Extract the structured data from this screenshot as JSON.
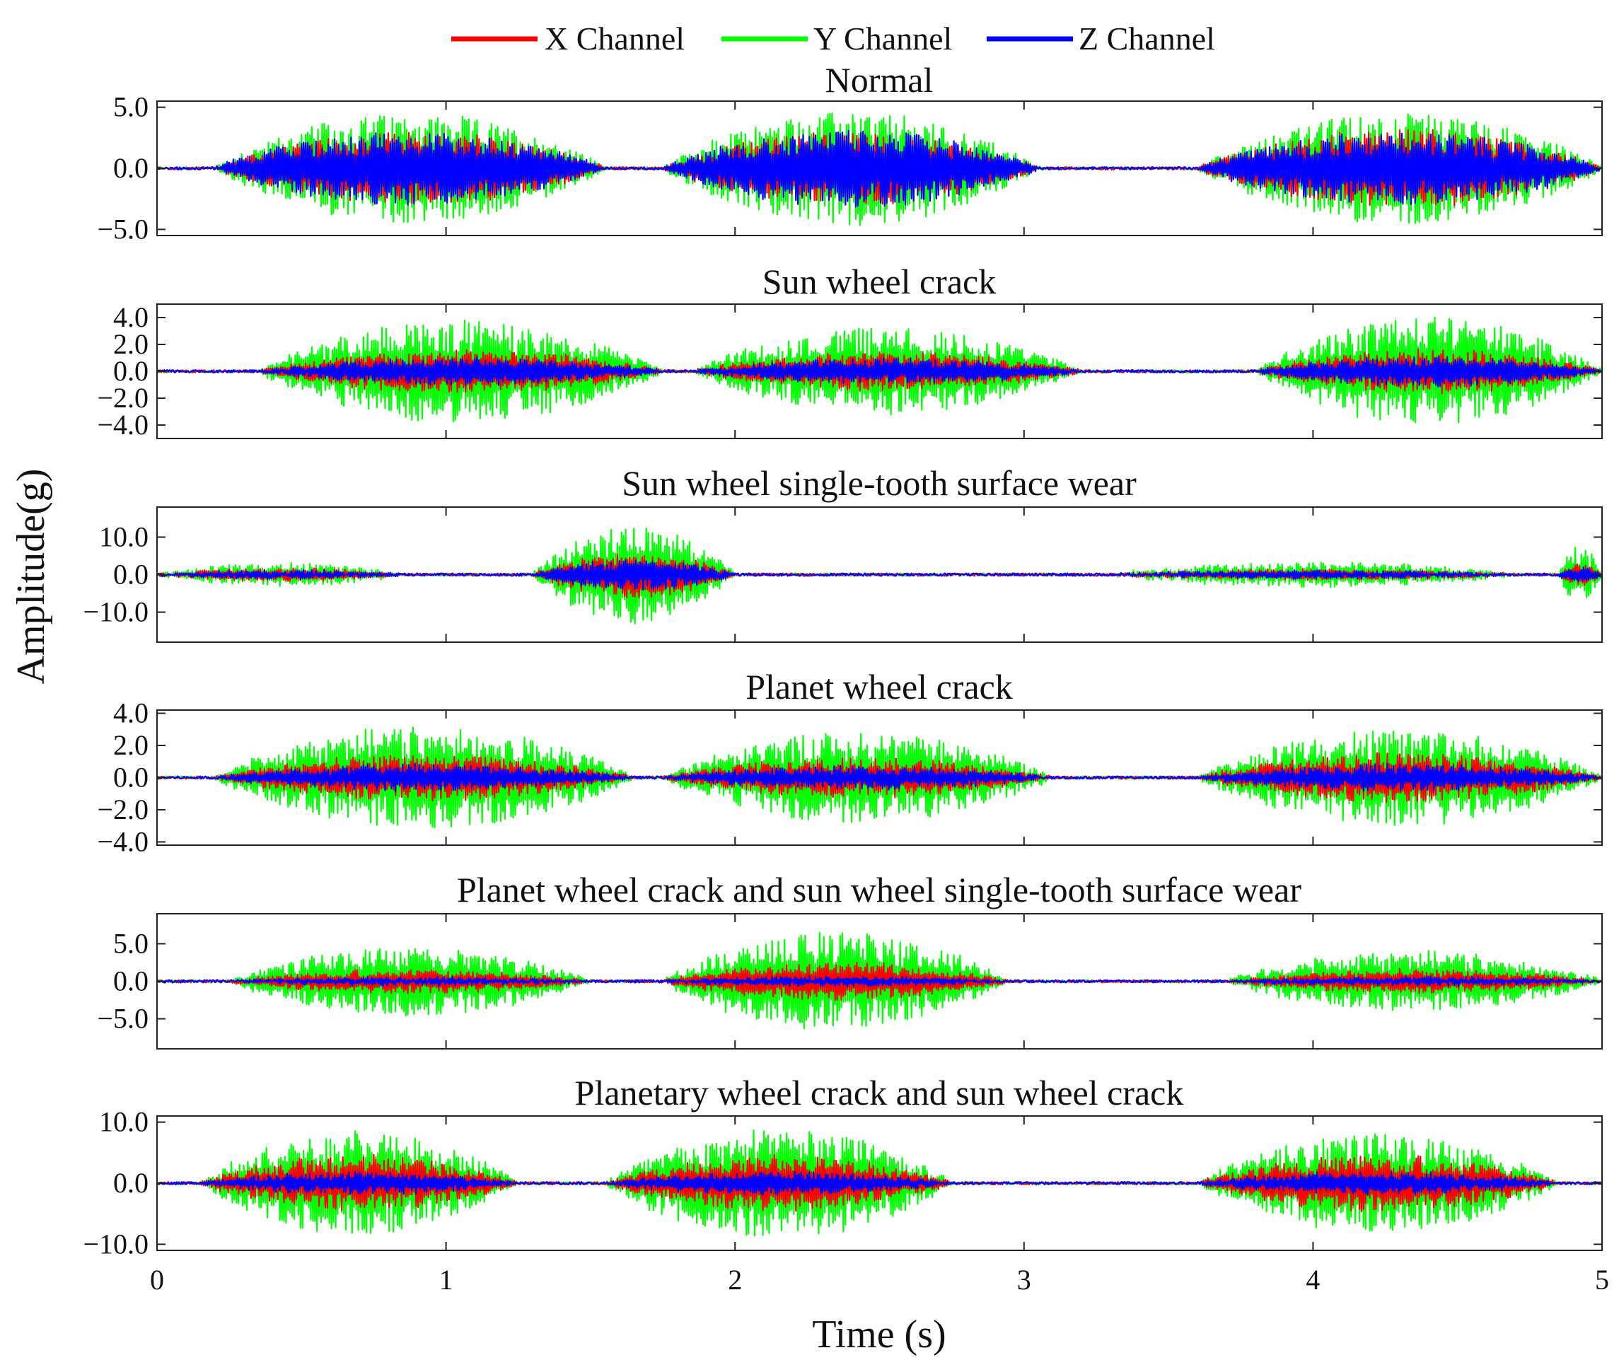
{
  "chart_data": {
    "type": "line",
    "legend": {
      "placement": "top-center",
      "entries": [
        {
          "name": "X Channel",
          "color": "#ff0000"
        },
        {
          "name": "Y Channel",
          "color": "#00ff00"
        },
        {
          "name": "Z Channel",
          "color": "#0000ff"
        }
      ]
    },
    "xlabel": "Time (s)",
    "ylabel": "Amplitude(g)",
    "xlim": [
      0,
      5
    ],
    "xticks": [
      0,
      1,
      2,
      3,
      4,
      5
    ],
    "xtick_labels": [
      "0",
      "1",
      "2",
      "3",
      "4",
      "5"
    ],
    "grid": false,
    "description_of_series": "Vibration amplitude (g) vs. time for three channels per condition; values summarized by burst envelopes (start s, end s, peak g per channel).",
    "panels": [
      {
        "title": "Normal",
        "ylim": [
          -5.5,
          5.5
        ],
        "yticks": [
          -5,
          0,
          5
        ],
        "ytick_labels": [
          "−5.0",
          "0.0",
          "5.0"
        ],
        "bursts": [
          {
            "start": 0.2,
            "end": 1.55,
            "x": 3.0,
            "y": 4.5,
            "z": 3.0
          },
          {
            "start": 1.75,
            "end": 3.05,
            "x": 3.0,
            "y": 4.6,
            "z": 3.2
          },
          {
            "start": 3.6,
            "end": 5.0,
            "x": 3.2,
            "y": 4.5,
            "z": 3.0
          }
        ]
      },
      {
        "title": "Sun wheel crack",
        "ylim": [
          -5,
          5
        ],
        "yticks": [
          -4,
          -2,
          0,
          2,
          4
        ],
        "ytick_labels": [
          "−4.0",
          "−2.0",
          "0.0",
          "2.0",
          "4.0"
        ],
        "bursts": [
          {
            "start": 0.35,
            "end": 1.75,
            "x": 1.6,
            "y": 3.8,
            "z": 1.0
          },
          {
            "start": 1.85,
            "end": 3.2,
            "x": 1.4,
            "y": 3.2,
            "z": 0.9
          },
          {
            "start": 3.8,
            "end": 5.0,
            "x": 1.6,
            "y": 4.0,
            "z": 1.1
          }
        ]
      },
      {
        "title": "Sun wheel single-tooth surface wear",
        "ylim": [
          -18,
          18
        ],
        "yticks": [
          -10,
          0,
          10
        ],
        "ytick_labels": [
          "−10.0",
          "0.0",
          "10.0"
        ],
        "bursts": [
          {
            "start": 0.0,
            "end": 0.85,
            "x": 1.5,
            "y": 3.0,
            "z": 1.0
          },
          {
            "start": 1.3,
            "end": 2.0,
            "x": 6.0,
            "y": 13.0,
            "z": 4.0
          },
          {
            "start": 3.3,
            "end": 4.7,
            "x": 1.3,
            "y": 3.2,
            "z": 1.0
          },
          {
            "start": 4.85,
            "end": 5.0,
            "x": 3.0,
            "y": 8.0,
            "z": 2.0
          }
        ]
      },
      {
        "title": "Planet wheel crack",
        "ylim": [
          -4.2,
          4.2
        ],
        "yticks": [
          -4,
          -2,
          0,
          2,
          4
        ],
        "ytick_labels": [
          "−4.0",
          "−2.0",
          "0.0",
          "2.0",
          "4.0"
        ],
        "bursts": [
          {
            "start": 0.2,
            "end": 1.65,
            "x": 1.4,
            "y": 3.2,
            "z": 0.8
          },
          {
            "start": 1.75,
            "end": 3.1,
            "x": 1.2,
            "y": 2.8,
            "z": 0.7
          },
          {
            "start": 3.6,
            "end": 5.0,
            "x": 1.5,
            "y": 3.0,
            "z": 0.8
          }
        ]
      },
      {
        "title": "Planet wheel crack and sun wheel single-tooth surface wear",
        "ylim": [
          -9,
          9
        ],
        "yticks": [
          -5,
          0,
          5
        ],
        "ytick_labels": [
          "−5.0",
          "0.0",
          "5.0"
        ],
        "bursts": [
          {
            "start": 0.25,
            "end": 1.5,
            "x": 1.5,
            "y": 4.5,
            "z": 0.5
          },
          {
            "start": 1.75,
            "end": 2.95,
            "x": 2.5,
            "y": 6.5,
            "z": 0.6
          },
          {
            "start": 3.7,
            "end": 5.0,
            "x": 1.5,
            "y": 4.0,
            "z": 0.5
          }
        ]
      },
      {
        "title": "Planetary wheel crack and sun wheel crack",
        "ylim": [
          -11,
          11
        ],
        "yticks": [
          -10,
          0,
          10
        ],
        "ytick_labels": [
          "−10.0",
          "0.0",
          "10.0"
        ],
        "bursts": [
          {
            "start": 0.15,
            "end": 1.25,
            "x": 4.5,
            "y": 8.5,
            "z": 1.8
          },
          {
            "start": 1.55,
            "end": 2.75,
            "x": 4.5,
            "y": 9.0,
            "z": 1.8
          },
          {
            "start": 3.6,
            "end": 4.85,
            "x": 4.5,
            "y": 8.0,
            "z": 1.8
          }
        ]
      }
    ]
  }
}
